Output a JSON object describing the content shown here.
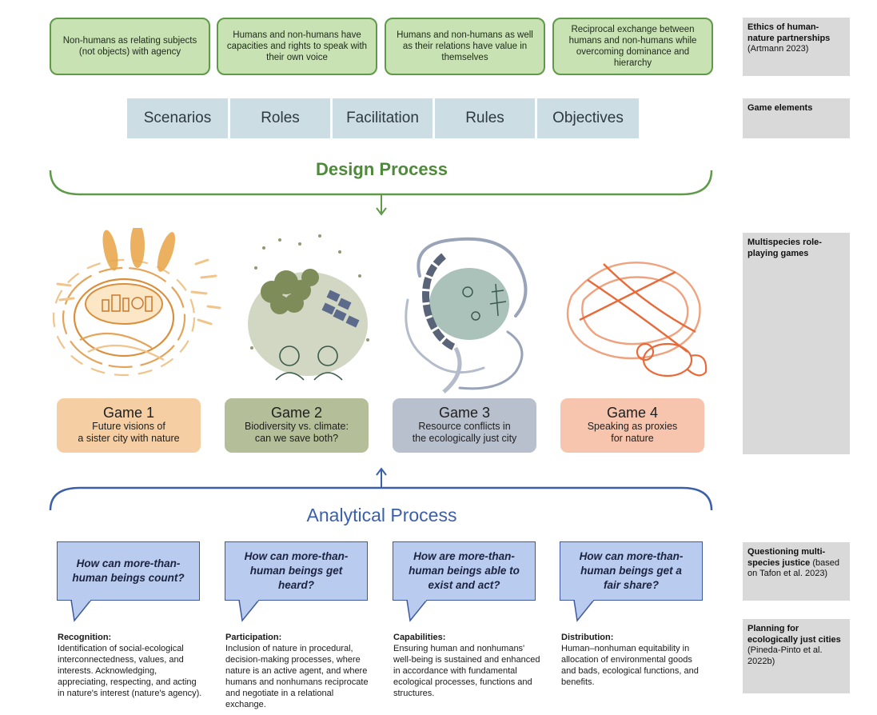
{
  "ethics": {
    "boxes": [
      "Non-humans as relating subjects (not objects) with agency",
      "Humans and non-humans have capacities and rights to speak with their own voice",
      "Humans and non-humans as well as their relations have value in themselves",
      "Reciprocal exchange between humans and non-humans while overcoming dominance and hierarchy"
    ],
    "label_bold": "Ethics of human-nature partnerships",
    "label_ref": "(Artmann 2023)"
  },
  "elements": {
    "items": [
      "Scenarios",
      "Roles",
      "Facilitation",
      "Rules",
      "Objectives"
    ],
    "label": "Game elements"
  },
  "design": {
    "title": "Design Process"
  },
  "games": {
    "label": "Multispecies role-playing games",
    "items": [
      {
        "title": "Game 1",
        "line1": "Future visions of",
        "line2": "a sister city with nature",
        "color": "#f5cfa3"
      },
      {
        "title": "Game 2",
        "line1": "Biodiversity vs. climate:",
        "line2": "can we save both?",
        "color": "#b4bf99"
      },
      {
        "title": "Game 3",
        "line1": "Resource conflicts in",
        "line2": "the ecologically just city",
        "color": "#b9c0cd"
      },
      {
        "title": "Game 4",
        "line1": "Speaking as proxies",
        "line2": "for nature",
        "color": "#f7c5ae"
      }
    ]
  },
  "analytical": {
    "title": "Analytical Process"
  },
  "questions": {
    "label_bold": "Questioning multi-species justice",
    "label_ref": "(based on Tafon et al. 2023)",
    "items": [
      "How can more-than-human beings count?",
      "How can more-than-human beings get heard?",
      "How are more-than-human beings able to exist and act?",
      "How can more-than-human beings get a fair share?"
    ]
  },
  "justice": {
    "label_bold": "Planning for ecologically just cities",
    "label_ref": "(Pineda-Pinto et al. 2022b)",
    "items": [
      {
        "head": "Recognition:",
        "body": "Identification of social-ecological interconnectedness, values, and interests. Acknowledging, appreciating, respecting, and acting in nature's interest (nature's agency)."
      },
      {
        "head": "Participation:",
        "body": "Inclusion of nature in procedural, decision-making processes, where nature is an active agent, and where humans and nonhumans reciprocate and negotiate in a relational exchange."
      },
      {
        "head": "Capabilities:",
        "body": "Ensuring human and nonhumans' well-being is sustained and enhanced in accordance with fundamental ecological processes, functions and structures."
      },
      {
        "head": "Distribution:",
        "body": "Human–nonhuman equitability in allocation of environmental goods and bads, ecological functions, and benefits."
      }
    ]
  },
  "colors": {
    "green": "#5e9a48",
    "blue": "#3c5faa",
    "orange": "#e08a3c",
    "olive": "#7e8c5a",
    "slate": "#4a5570",
    "coral": "#e86a3a"
  }
}
